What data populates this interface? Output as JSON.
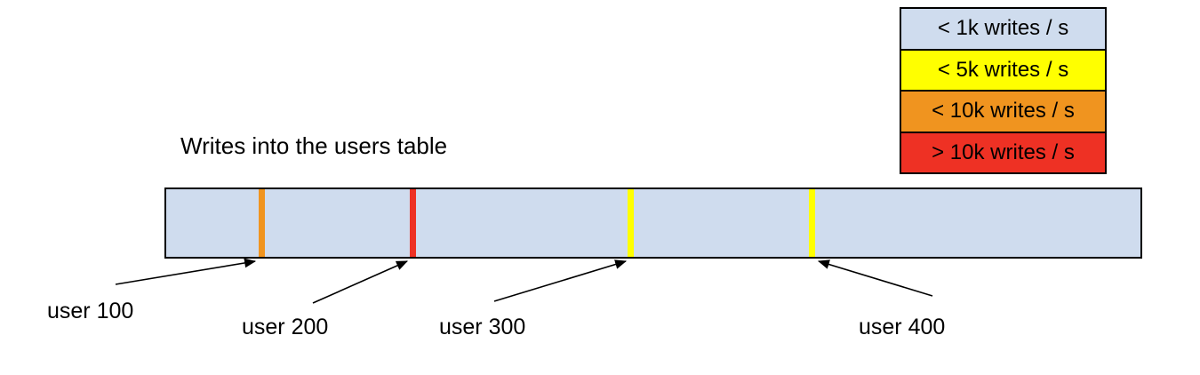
{
  "title": "Writes into the users table",
  "legend": {
    "border_color": "#000000",
    "items": [
      {
        "label": "< 1k writes / s",
        "color": "#cfdcee",
        "color_name": "light-blue"
      },
      {
        "label": "< 5k writes / s",
        "color": "#ffff00",
        "color_name": "yellow"
      },
      {
        "label": "< 10k writes / s",
        "color": "#f0941f",
        "color_name": "orange"
      },
      {
        "label": "> 10k writes / s",
        "color": "#ee3124",
        "color_name": "red"
      }
    ]
  },
  "bar": {
    "fill_color": "#cfdcee",
    "border_color": "#000000",
    "hotspots": [
      {
        "user": "user 100",
        "stripe_color": "#f0941f",
        "stripe_color_name": "orange"
      },
      {
        "user": "user 200",
        "stripe_color": "#ee3124",
        "stripe_color_name": "red"
      },
      {
        "user": "user 300",
        "stripe_color": "#ffff00",
        "stripe_color_name": "yellow"
      },
      {
        "user": "user 400",
        "stripe_color": "#ffff00",
        "stripe_color_name": "yellow"
      }
    ]
  }
}
